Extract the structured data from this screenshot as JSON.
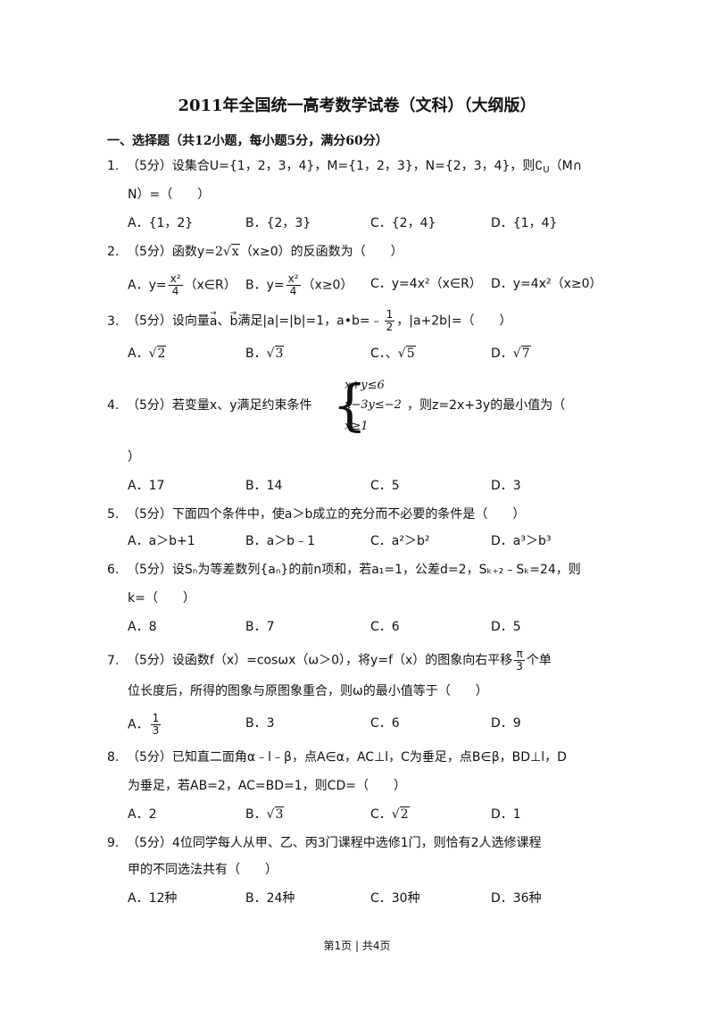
{
  "title": "2011年全国统一高考数学试卷（文科）（大纲版）",
  "section": "一、选择题（共12小题，每小题5分，满分60分）",
  "q1": {
    "num": "1.",
    "text": "（5分）设集合U={1，2，3，4}，M={1，2，3}，N={2，3，4}，则∁",
    "sub": "U",
    "text2": "（M∩",
    "cont": "N）=（　　）",
    "A": "A．{1，2}",
    "B": "B．{2，3}",
    "C": "C．{2，4}",
    "D": "D．{1，4}"
  },
  "q2": {
    "num": "2.",
    "text_a": "（5分）函数y=",
    "text_b": "（x≥0）的反函数为（　　）",
    "A_pre": "A．y=",
    "A_post": "（x∈R）",
    "B_pre": "B．y=",
    "B_post": "（x≥0）",
    "C": "C．y=4x²（x∈R）",
    "D": "D．y=4x²（x≥0）"
  },
  "q3": {
    "num": "3.",
    "text_a": "（5分）设向量",
    "text_b": "满足",
    "text_c": "=1，",
    "text_d": "=﹣",
    "text_e": "，",
    "text_f": "=（　　）",
    "A": "A．",
    "B": "B．",
    "C": "C．、",
    "D": "D．"
  },
  "q4": {
    "num": "4.",
    "text_a": "（5分）若变量x、y满足约束条件",
    "text_b": "，则z=2x+3y的最小值为（",
    "c1": "x+y≤6",
    "c2": "x−3y≤−2",
    "c3": "x≥1",
    "cont": "）",
    "A": "A．17",
    "B": "B．14",
    "C": "C．5",
    "D": "D．3"
  },
  "q5": {
    "num": "5.",
    "text": "（5分）下面四个条件中，使a＞b成立的充分而不必要的条件是（　　）",
    "A": "A．a＞b+1",
    "B": "B．a＞b﹣1",
    "C": "C．a²＞b²",
    "D": "D．a³＞b³"
  },
  "q6": {
    "num": "6.",
    "text": "（5分）设Sₙ为等差数列{aₙ}的前n项和，若a₁=1，公差d=2，Sₖ₊₂﹣Sₖ=24，则",
    "cont": "k=（　　）",
    "A": "A．8",
    "B": "B．7",
    "C": "C．6",
    "D": "D．5"
  },
  "q7": {
    "num": "7.",
    "text_a": "（5分）设函数f（x）=cosωx（ω＞0），将y=f（x）的图象向右平移",
    "text_b": "个单",
    "cont": "位长度后，所得的图象与原图象重合，则ω的最小值等于（　　）",
    "A": "A．",
    "B": "B．3",
    "C": "C．6",
    "D": "D．9"
  },
  "q8": {
    "num": "8.",
    "text": "（5分）已知直二面角α﹣l﹣β，点A∈α，AC⊥l，C为垂足，点B∈β，BD⊥l，D",
    "cont": "为垂足，若AB=2，AC=BD=1，则CD=（　　）",
    "A": "A．2",
    "B": "B．",
    "C": "C．",
    "D": "D．1"
  },
  "q9": {
    "num": "9.",
    "text": "（5分）4位同学每人从甲、乙、丙3门课程中选修1门，则恰有2人选修课程",
    "cont": "甲的不同选法共有（　　）",
    "A": "A．12种",
    "B": "B．24种",
    "C": "C．30种",
    "D": "D．36种"
  },
  "math": {
    "two": "2",
    "x": "x",
    "x2": "x²",
    "four": "4",
    "a": "a",
    "b": "b",
    "ab_sep": "、",
    "bar_a": "|a|",
    "eq": "=",
    "bar_b": "|b|",
    "adotb": "a•b",
    "one": "1",
    "bar_a2b": "|a+2b|",
    "r2": "2",
    "r3": "3",
    "r5": "5",
    "r7": "7",
    "pi": "π",
    "three": "3"
  },
  "footer": "第1页 | 共4页"
}
